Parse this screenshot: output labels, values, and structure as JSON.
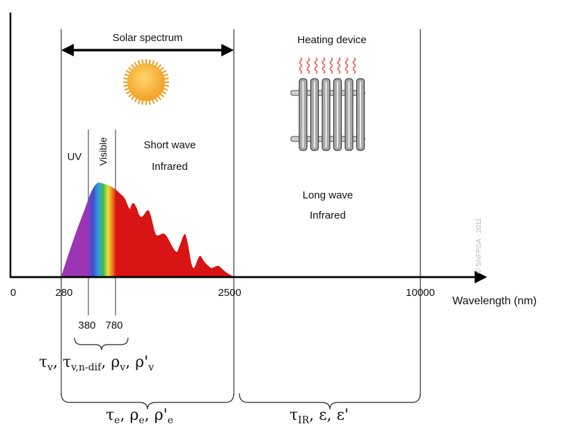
{
  "top": {
    "solar_spectrum_label": "Solar spectrum",
    "heating_device_label": "Heating device"
  },
  "regions": {
    "uv": "UV",
    "visible": "Visible",
    "short_wave_line1": "Short wave",
    "short_wave_line2": "Infrared",
    "long_wave_line1": "Long wave",
    "long_wave_line2": "Infrared"
  },
  "axis": {
    "label": "Wavelength (nm)",
    "ticks": [
      "0",
      "280",
      "2500",
      "10000"
    ],
    "visible_bounds": [
      "380",
      "780"
    ]
  },
  "copyright": "© SNFPSA - 2011",
  "colors": {
    "uv": "#9b35b5",
    "infrared": "#d81414",
    "sun": "#f3a331",
    "heat_waves": "#e8584f",
    "device": "#7d7d7d"
  },
  "properties": {
    "visible": {
      "p1": "τ",
      "p1_sub": "v",
      "p2": "τ",
      "p2_sub": "v,n-dif",
      "p3": "ρ",
      "p3_sub": "v",
      "p4": "ρ'",
      "p4_sub": "v"
    },
    "solar": {
      "p1": "τ",
      "p1_sub": "e",
      "p2": "ρ",
      "p2_sub": "e",
      "p3": "ρ'",
      "p3_sub": "e"
    },
    "infrared": {
      "p1": "τ",
      "p1_sub": "IR",
      "p2": "ε",
      "p3": "ε'"
    }
  }
}
